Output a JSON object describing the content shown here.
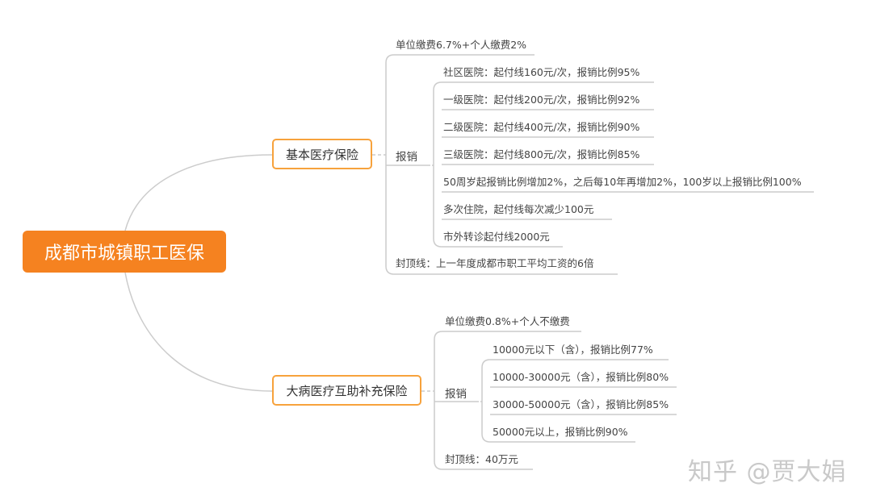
{
  "root": "成都市城镇职工医保",
  "basic": {
    "title": "基本医疗保险",
    "contribution": "单位缴费6.7%+个人缴费2%",
    "reimburse_label": "报销",
    "items": [
      "社区医院：起付线160元/次，报销比例95%",
      "一级医院：起付线200元/次，报销比例92%",
      "二级医院：起付线400元/次，报销比例90%",
      "三级医院：起付线800元/次，报销比例85%",
      "50周岁起报销比例增加2%，之后每10年再增加2%，100岁以上报销比例100%",
      "多次住院，起付线每次减少100元",
      "市外转诊起付线2000元"
    ],
    "cap": "封顶线：上一年度成都市职工平均工资的6倍"
  },
  "critical": {
    "title": "大病医疗互助补充保险",
    "contribution": "单位缴费0.8%+个人不缴费",
    "reimburse_label": "报销",
    "items": [
      "10000元以下（含），报销比例77%",
      "10000-30000元（含），报销比例80%",
      "30000-50000元（含），报销比例85%",
      "50000元以上，报销比例90%"
    ],
    "cap": "封顶线：40万元"
  },
  "watermark": "知乎 @贾大娟",
  "colors": {
    "root": "#f58220",
    "topic_border": "#f7a23c",
    "line": "#cccccc"
  }
}
